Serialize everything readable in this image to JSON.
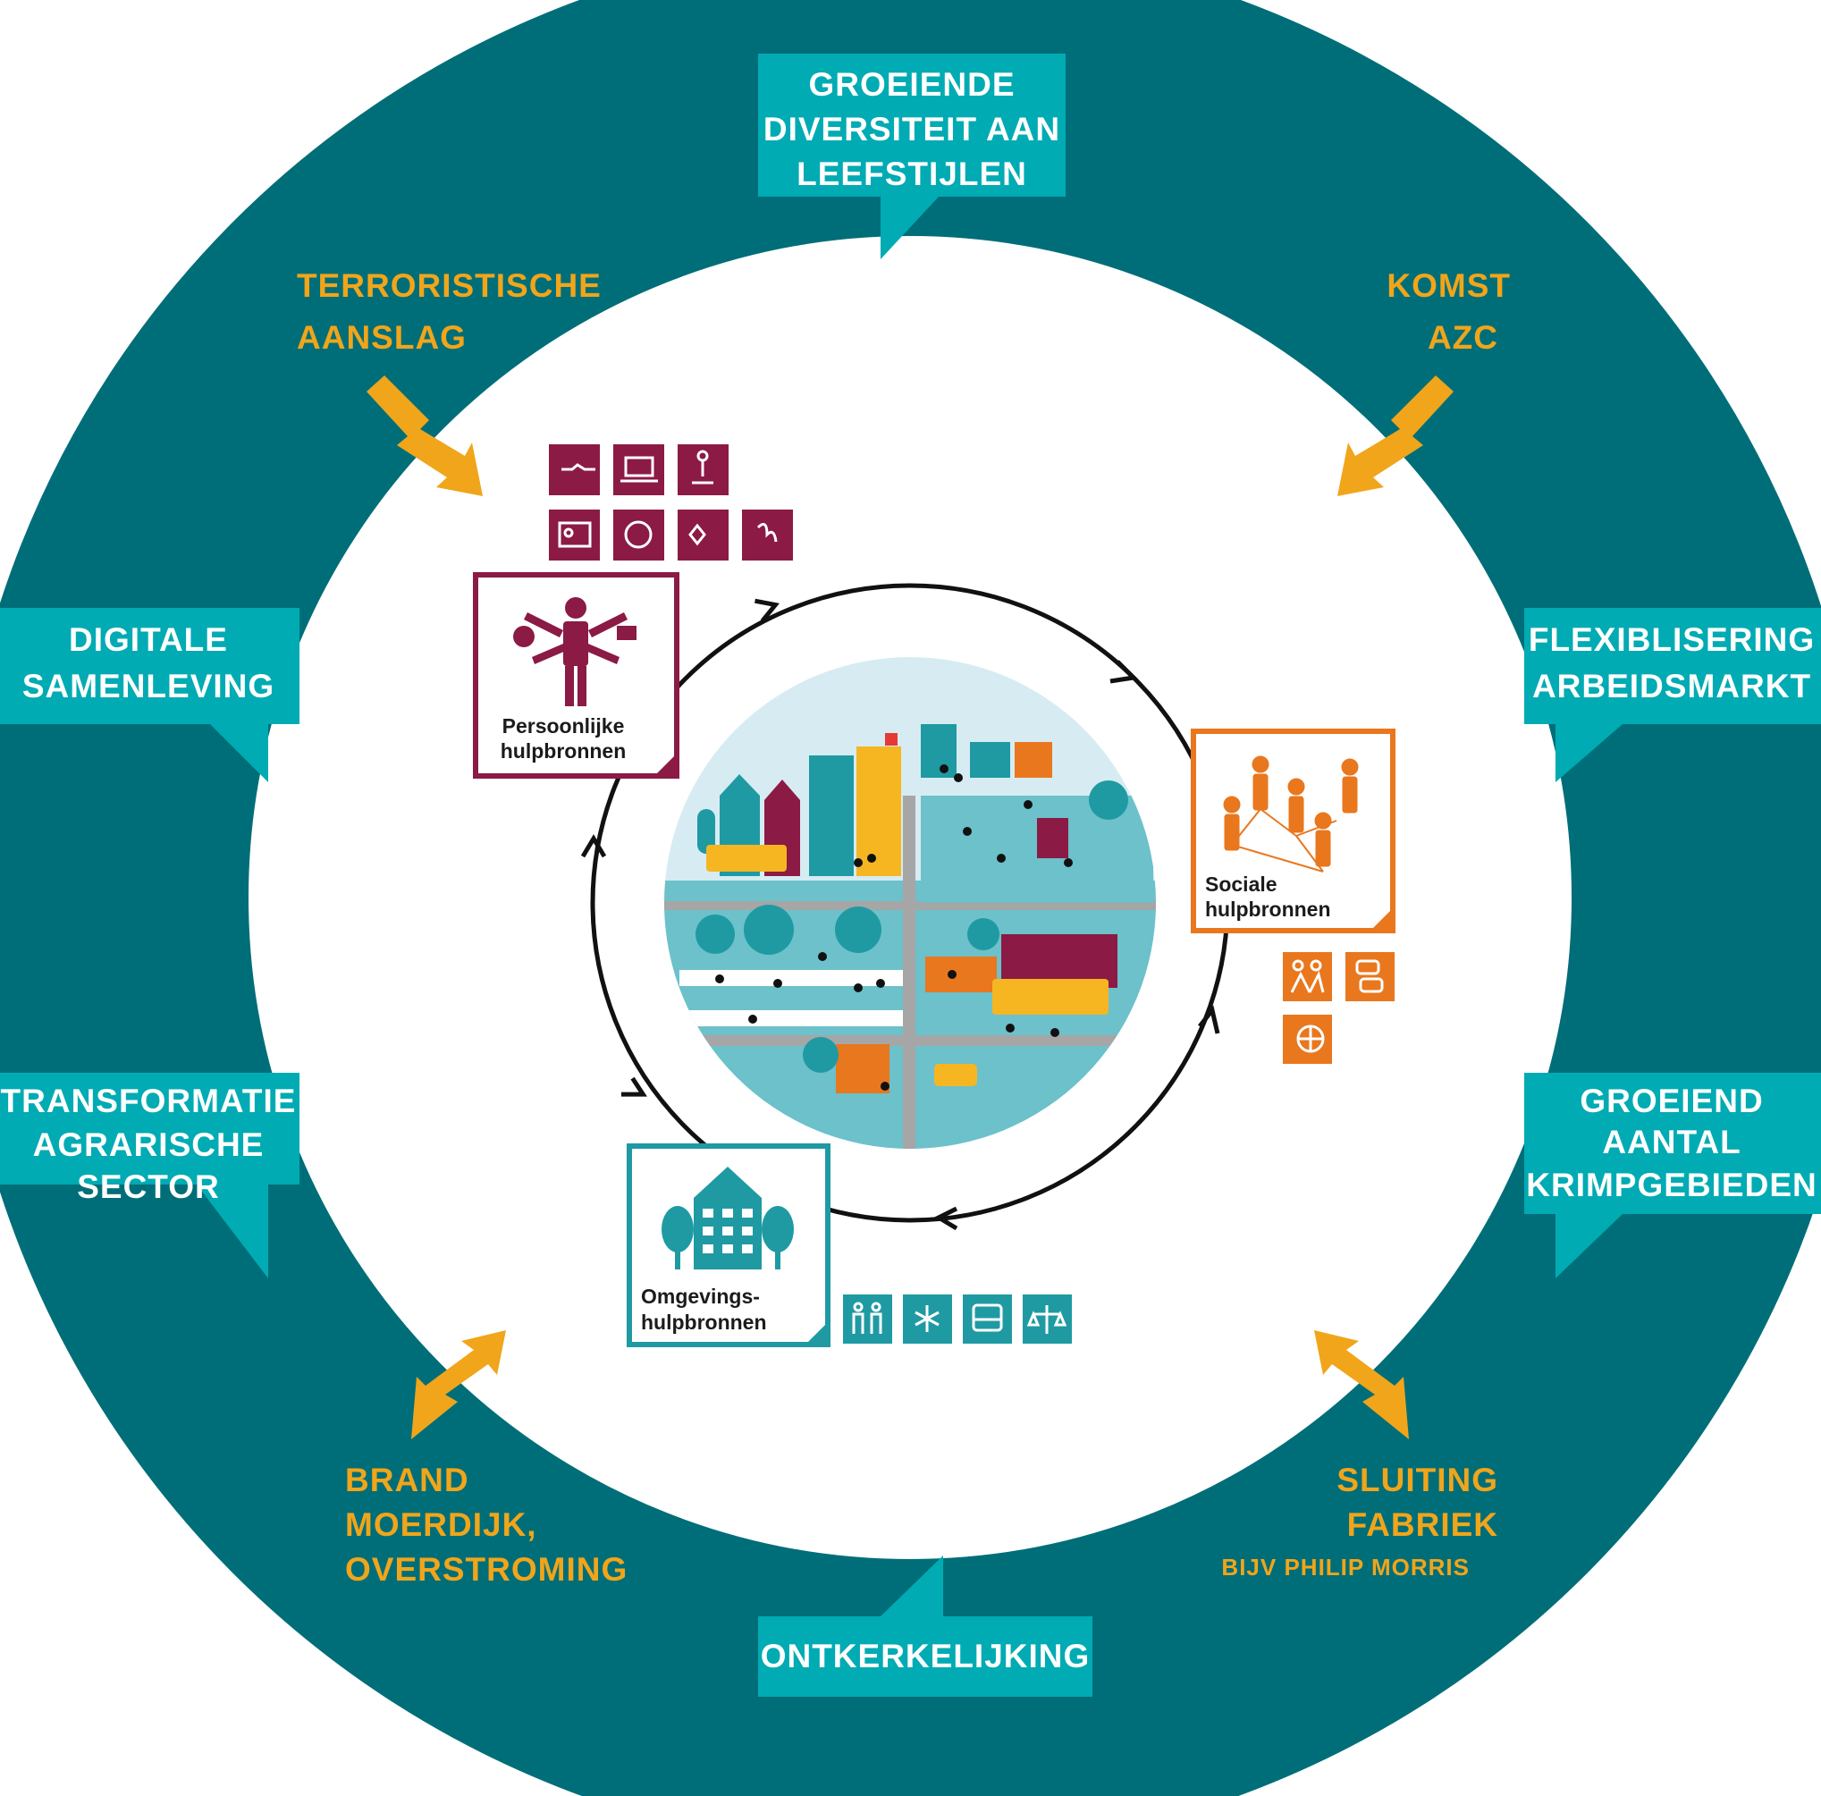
{
  "colors": {
    "ring": "#006e78",
    "bubble": "#00abb3",
    "event": "#f0a51b",
    "personal": "#8b1a45",
    "social": "#e9771e",
    "environment": "#1f9aa3",
    "white": "#ffffff"
  },
  "bubbles": {
    "top": [
      "GROEIENDE",
      "DIVERSITEIT AAN",
      "LEEFSTIJLEN"
    ],
    "left_upper": [
      "DIGITALE",
      "SAMENLEVING"
    ],
    "left_lower": [
      "TRANSFORMATIE",
      "AGRARISCHE",
      "SECTOR"
    ],
    "right_upper": [
      "FLEXIBLISERING",
      "ARBEIDSMARKT"
    ],
    "right_lower": [
      "GROEIEND",
      "AANTAL",
      "KRIMPGEBIEDEN"
    ],
    "bottom": [
      "ONTKERKELIJKING"
    ]
  },
  "events": {
    "top_left": [
      "TERRORISTISCHE",
      "AANSLAG"
    ],
    "top_right": [
      "KOMST",
      "AZC"
    ],
    "bottom_left": [
      "BRAND",
      "MOERDIJK,",
      "OVERSTROMING"
    ],
    "bottom_right": [
      "SLUITING",
      "FABRIEK"
    ],
    "bottom_right_note": "BIJV PHILIP MORRIS"
  },
  "cards": {
    "personal": [
      "Persoonlijke",
      "hulpbronnen"
    ],
    "social": [
      "Sociale",
      "hulpbronnen"
    ],
    "environment": [
      "Omgevings-",
      "hulpbronnen"
    ]
  },
  "icons": {
    "personal": [
      "handshake-icon",
      "laptop-check-icon",
      "person-network-icon",
      "id-card-icon",
      "person-cycle-icon",
      "heart-pulse-icon",
      "clover-icon"
    ],
    "social": [
      "people-helping-icon",
      "speech-bubbles-icon",
      "globe-person-icon"
    ],
    "environment": [
      "caregivers-icon",
      "medical-star-icon",
      "bus-icon",
      "balance-scale-icon"
    ]
  }
}
